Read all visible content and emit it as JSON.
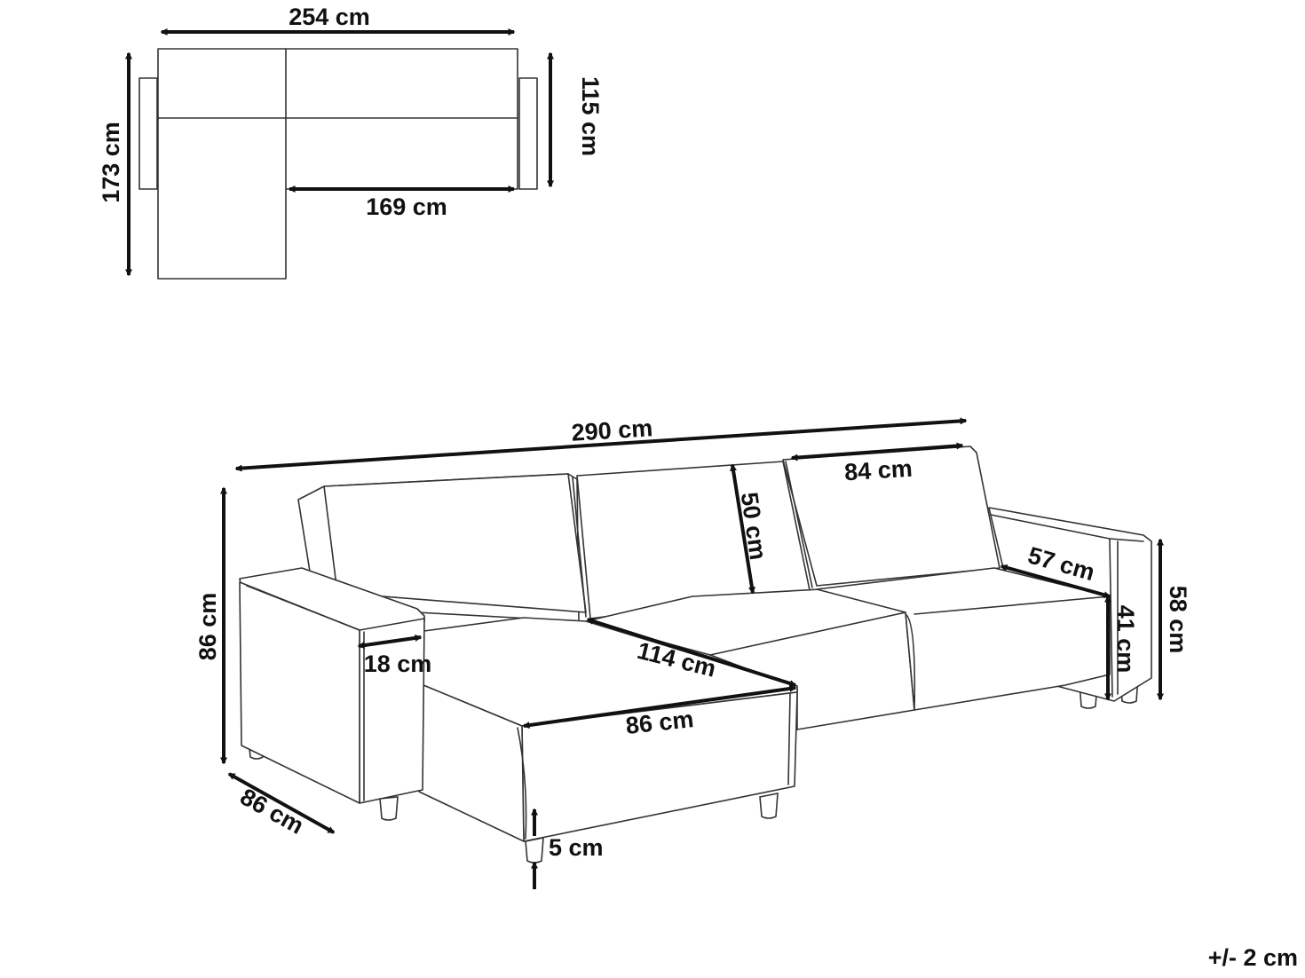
{
  "plan": {
    "overall_width": "254 cm",
    "overall_depth": "173 cm",
    "sofa_depth": "115 cm",
    "seat_width": "169 cm"
  },
  "perspective": {
    "total_width": "290 cm",
    "cushion_width": "84 cm",
    "backrest_height": "50 cm",
    "seat_depth": "57 cm",
    "total_height": "86 cm",
    "armrest_height": "58 cm",
    "seat_height": "41 cm",
    "armrest_width": "18 cm",
    "chaise_length": "114 cm",
    "chaise_width": "86 cm",
    "depth": "86 cm",
    "leg_height": "5 cm"
  },
  "tolerance": "+/- 2 cm"
}
